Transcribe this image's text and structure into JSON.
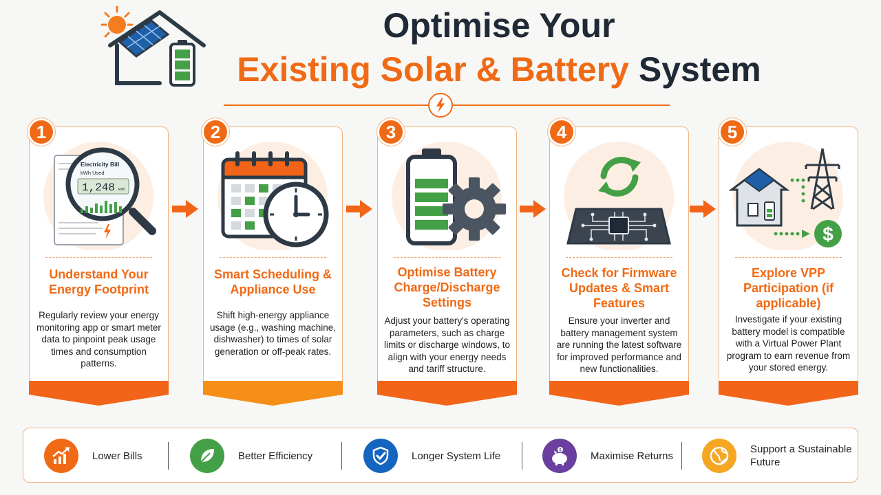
{
  "header": {
    "title_line1": "Optimise Your",
    "title_line2_accent": "Existing Solar & Battery",
    "title_line2_dark": "System",
    "icons": [
      "sun-icon",
      "house-solar-icon",
      "battery-icon",
      "lightning-bolt-icon"
    ]
  },
  "colors": {
    "accent": "#f06a15",
    "dark": "#1f2a36",
    "green": "#43a047",
    "blue": "#1565c0",
    "purple": "#6a3fa0",
    "gold": "#f5a623"
  },
  "steps": [
    {
      "number": "1",
      "title": "Understand Your Energy Footprint",
      "text": "Regularly review your energy monitoring app or smart meter data to pinpoint peak usage times and consumption patterns.",
      "illustration": {
        "bill_label": "Electricity Bill",
        "kwh_label": "kWh Used",
        "reading": "1,248",
        "unit": "kWh"
      },
      "icons": [
        "magnifier-icon",
        "bill-icon"
      ]
    },
    {
      "number": "2",
      "title": "Smart Scheduling & Appliance Use",
      "text": "Shift high-energy appliance usage (e.g., washing machine, dishwasher) to times of solar generation or off-peak rates.",
      "icons": [
        "calendar-icon",
        "clock-icon"
      ]
    },
    {
      "number": "3",
      "title": "Optimise Battery Charge/Discharge Settings",
      "text": "Adjust your battery's operating parameters, such as charge limits or discharge windows, to align with your energy needs and tariff structure.",
      "icons": [
        "battery-icon",
        "gear-icon"
      ]
    },
    {
      "number": "4",
      "title": "Check for Firmware Updates & Smart Features",
      "text": "Ensure your inverter and battery management system are running the latest software for improved performance and new functionalities.",
      "icons": [
        "refresh-icon",
        "circuit-board-icon"
      ]
    },
    {
      "number": "5",
      "title": "Explore VPP Participation (if applicable)",
      "text": "Investigate if your existing battery model is compatible with a Virtual Power Plant program to earn revenue from your stored energy.",
      "icons": [
        "house-solar-icon",
        "power-tower-icon",
        "dollar-icon"
      ]
    }
  ],
  "benefits": [
    {
      "label": "Lower Bills",
      "icon": "chart-up-icon",
      "color": "#f06a15"
    },
    {
      "label": "Better Efficiency",
      "icon": "leaf-icon",
      "color": "#43a047"
    },
    {
      "label": "Longer System Life",
      "icon": "shield-check-icon",
      "color": "#1565c0"
    },
    {
      "label": "Maximise Returns",
      "icon": "piggy-bank-icon",
      "color": "#6a3fa0"
    },
    {
      "label": "Support a Sustainable Future",
      "icon": "globe-icon",
      "color": "#f5a623"
    }
  ]
}
